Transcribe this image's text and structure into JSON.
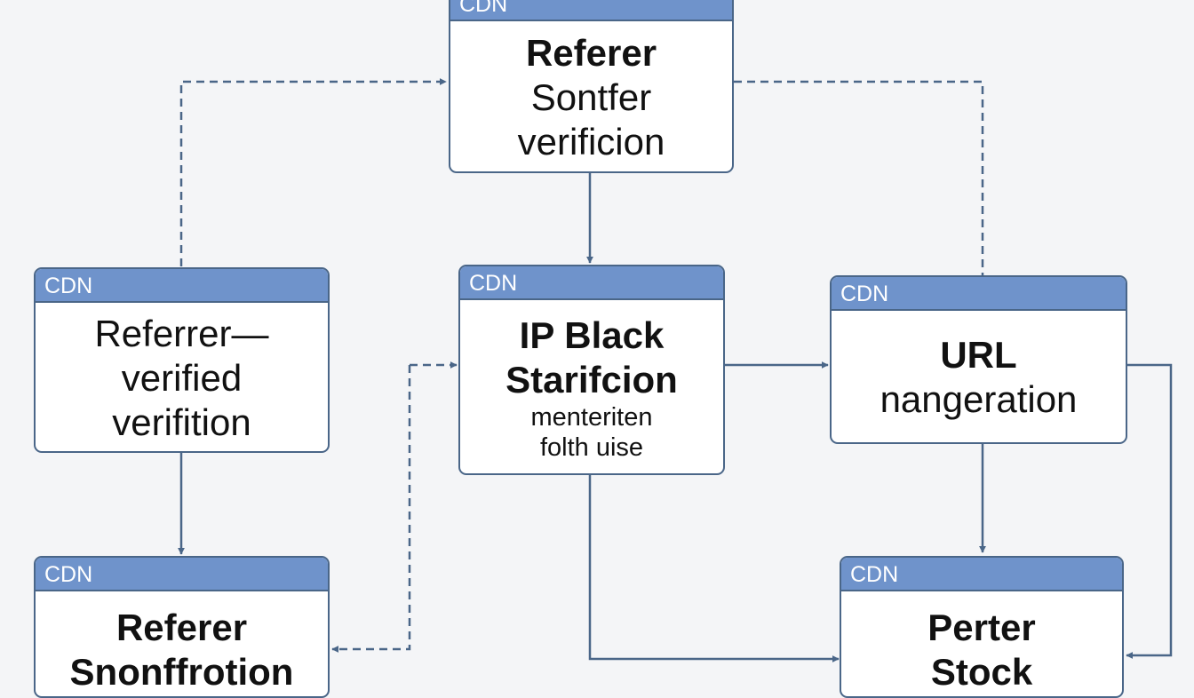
{
  "diagram": {
    "colors": {
      "background": "#f4f5f7",
      "header": "#6f93cb",
      "border": "#4a6688",
      "edge": "#4a6688"
    },
    "nodes": {
      "top": {
        "header": "CDN",
        "lines": [
          "Referer",
          "Sontfer",
          "verificion"
        ]
      },
      "left": {
        "header": "CDN",
        "lines": [
          "Referrer—",
          "verified",
          "verifition"
        ]
      },
      "center": {
        "header": "CDN",
        "lines": [
          "IP Black",
          "Starifcion"
        ],
        "sublines": [
          "menteriten",
          "folth uise"
        ]
      },
      "right": {
        "header": "CDN",
        "lines": [
          "URL",
          "nangeration"
        ]
      },
      "bottom_left": {
        "header": "CDN",
        "lines": [
          "Referer",
          "Snonffrotion"
        ]
      },
      "bottom_right": {
        "header": "CDN",
        "lines": [
          "Perter",
          "Stock"
        ]
      }
    },
    "edges": [
      {
        "from": "left",
        "to": "top",
        "style": "dashed"
      },
      {
        "from": "top",
        "to": "center",
        "style": "solid"
      },
      {
        "from": "top",
        "to": "right",
        "style": "dashed"
      },
      {
        "from": "left",
        "to": "bottom_left",
        "style": "solid"
      },
      {
        "from": "bottom_left",
        "to": "center",
        "style": "dashed"
      },
      {
        "from": "center",
        "to": "right",
        "style": "solid"
      },
      {
        "from": "center",
        "to": "bottom_right",
        "style": "solid"
      },
      {
        "from": "right",
        "to": "bottom_right",
        "style": "solid"
      },
      {
        "from": "right",
        "to": "bottom_right",
        "style": "solid"
      }
    ]
  }
}
